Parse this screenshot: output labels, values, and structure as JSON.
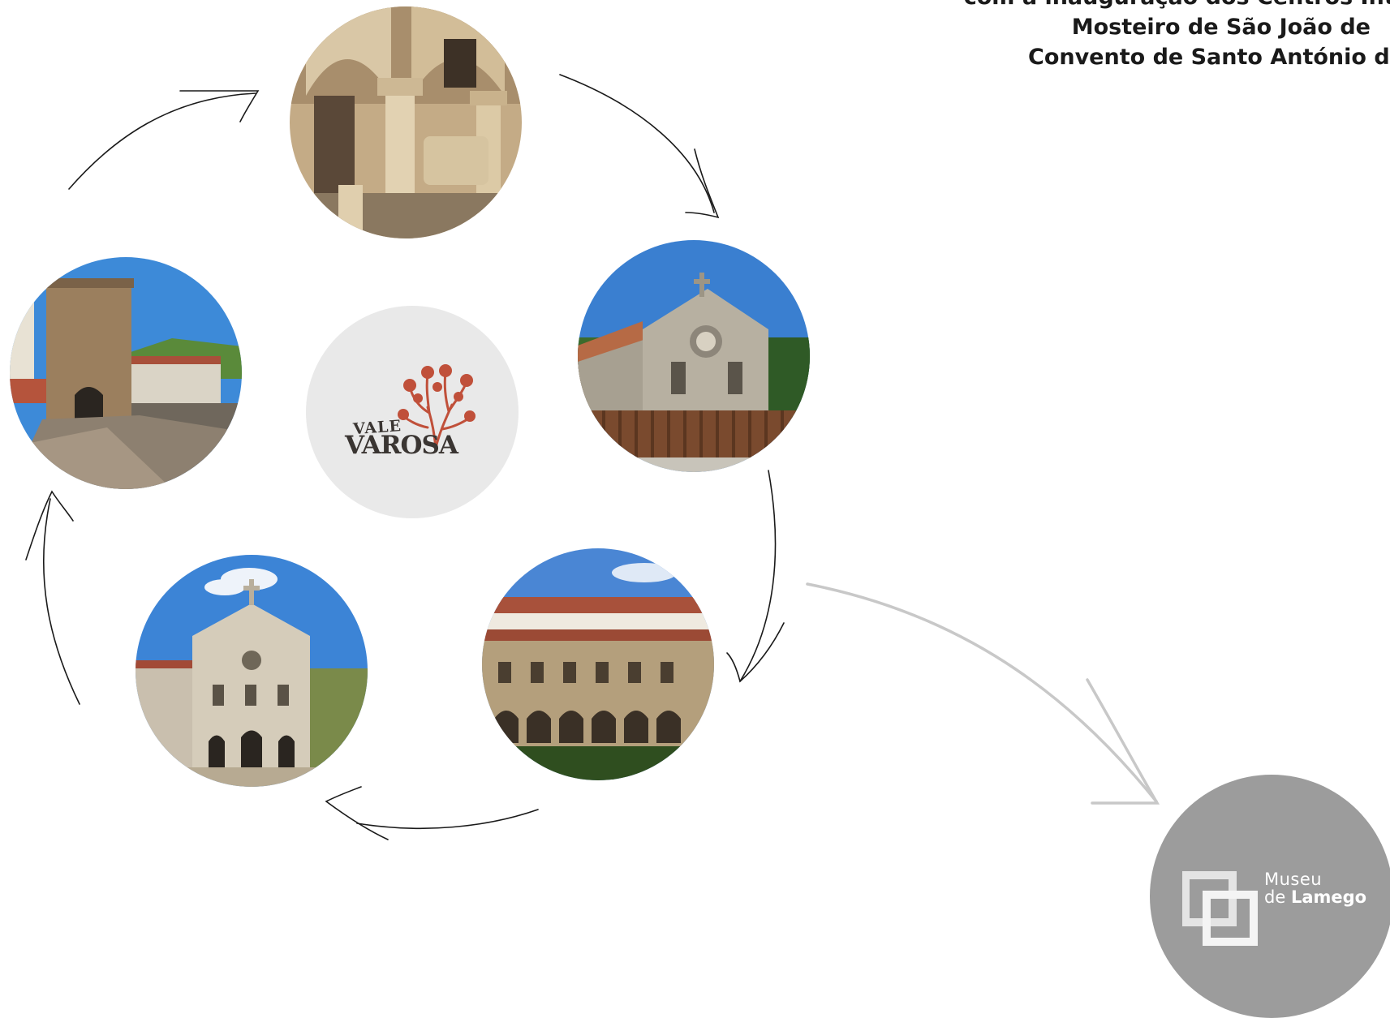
{
  "title": {
    "line1": "com a inauguração dos Centros Interpr",
    "line2": "Mosteiro de São João de",
    "line3": "Convento de Santo António de"
  },
  "center_logo": {
    "line1": "VALE",
    "line2": "VAROSA",
    "accent_color": "#c0503a",
    "text_color": "#3a3532",
    "background": "#e9e9e9"
  },
  "museu_logo": {
    "line1": "Museu",
    "line2_prefix": "de",
    "line2_name": "Lamego",
    "background": "#9c9c9c"
  },
  "photos": [
    {
      "name": "cloister-columns-photo",
      "subject": "romanesque cloister with carved columns and tomb"
    },
    {
      "name": "monastery-church-photo",
      "subject": "granite church facade with rose window behind wooden fence"
    },
    {
      "name": "monastery-building-photo",
      "subject": "large monastery building with arcaded galleries"
    },
    {
      "name": "convent-church-photo",
      "subject": "baroque church facade with cross"
    },
    {
      "name": "tower-bridge-photo",
      "subject": "medieval fortified tower on stone bridge"
    }
  ],
  "colors": {
    "cycle_arrows": "#1a1a1a",
    "museum_arrow": "#c8c8c8"
  }
}
